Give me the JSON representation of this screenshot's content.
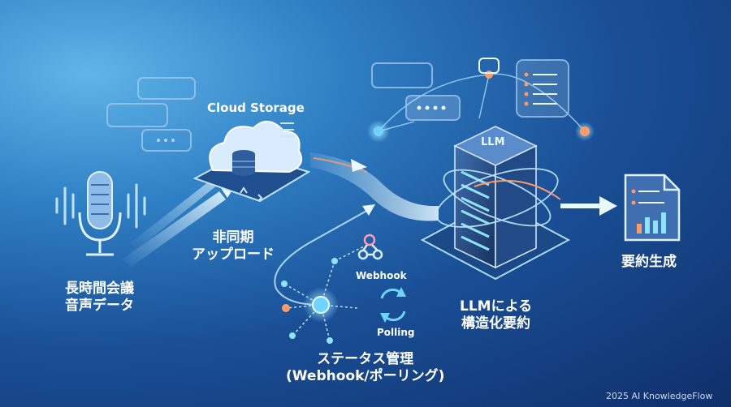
{
  "labels": {
    "cloud_storage": "Cloud Storage",
    "async_upload_line1": "非同期",
    "async_upload_line2": "アップロード",
    "audio_line1": "長時間会議",
    "audio_line2": "音声データ",
    "webhook": "Webhook",
    "polling": "Polling",
    "status_line1": "ステータス管理",
    "status_line2": "(Webhook/ポーリング)",
    "llm_line1": "LLMによる",
    "llm_line2": "構造化要約",
    "summary": "要約生成",
    "server_badge": "LLM",
    "footer": "2025 AI KnowledgeFlow"
  },
  "colors": {
    "accent_cyan": "#8fe3ff",
    "node_orange": "#ff9a6a",
    "node_pink": "#ff8fb0",
    "panel_fill": "#cfe6ff"
  },
  "icons": [
    "microphone-icon",
    "cloud-icon",
    "database-icon",
    "chat-bubble-icon",
    "server-icon",
    "document-icon",
    "webhook-icon",
    "refresh-icon"
  ]
}
